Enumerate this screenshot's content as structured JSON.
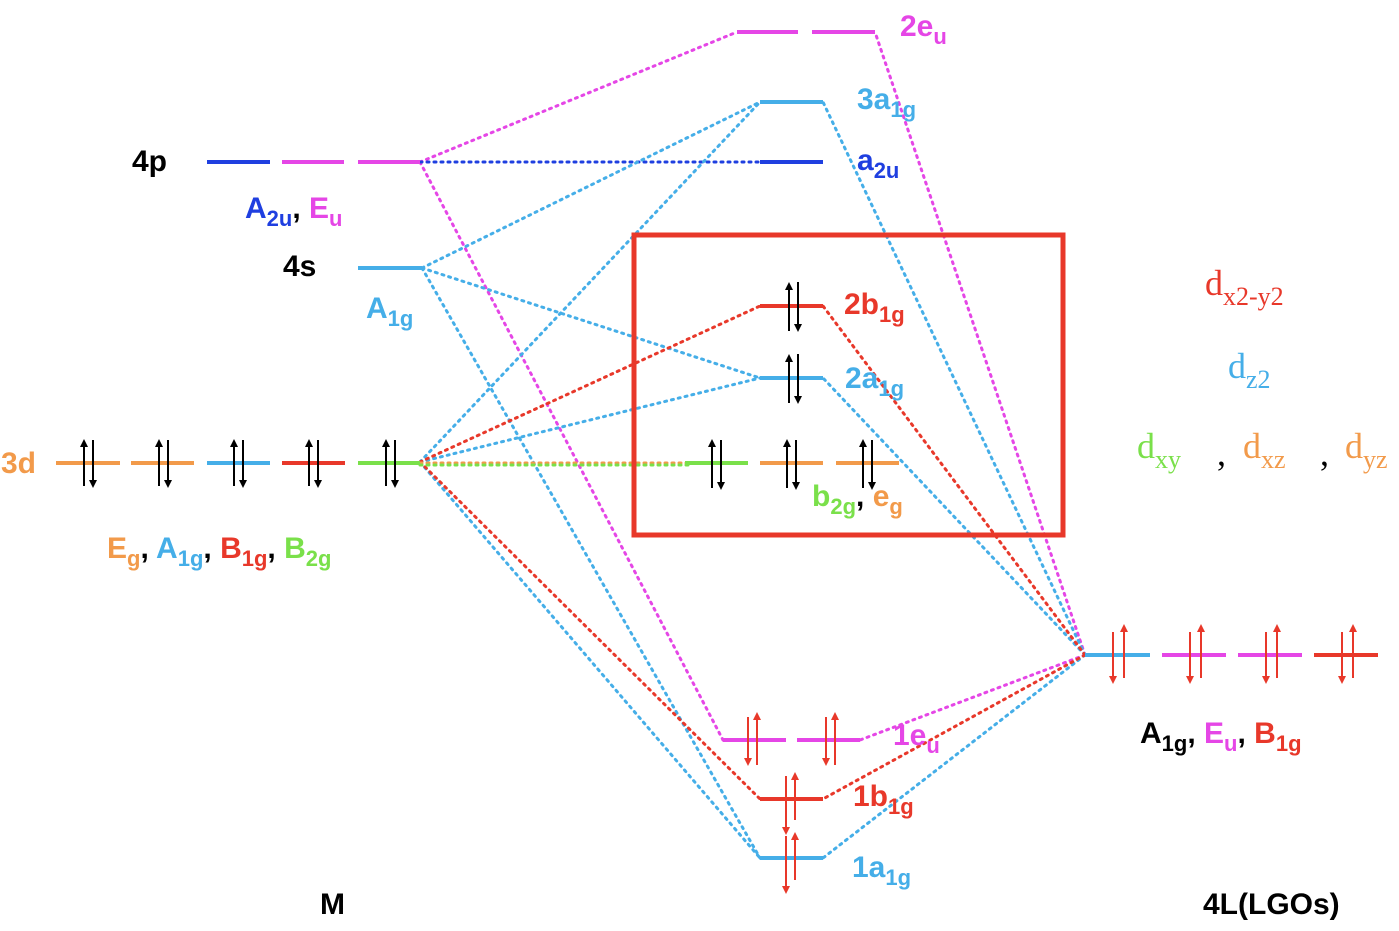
{
  "colors": {
    "blue": "#1f3fe0",
    "magenta": "#e546e6",
    "cyan": "#45aee8",
    "orange": "#f29a4a",
    "red": "#e8382a",
    "green": "#7ae04a",
    "black": "#000000",
    "box": "#e8382a"
  },
  "left": {
    "p_label": "4p",
    "s_label": "4s",
    "d_label": "3d",
    "p_sym": [
      {
        "main": "A",
        "sub": "2u",
        "color": "blue"
      },
      {
        "main": ", ",
        "sub": "",
        "color": "black"
      },
      {
        "main": "E",
        "sub": "u",
        "color": "magenta"
      }
    ],
    "s_sym": [
      {
        "main": "A",
        "sub": "1g",
        "color": "cyan"
      }
    ],
    "d_sym": [
      {
        "main": "E",
        "sub": "g",
        "color": "orange"
      },
      {
        "main": ", ",
        "sub": "",
        "color": "black"
      },
      {
        "main": "A",
        "sub": "1g",
        "color": "cyan"
      },
      {
        "main": ", ",
        "sub": "",
        "color": "black"
      },
      {
        "main": "B",
        "sub": "1g",
        "color": "red"
      },
      {
        "main": ", ",
        "sub": "",
        "color": "black"
      },
      {
        "main": "B",
        "sub": "2g",
        "color": "green"
      }
    ],
    "bottom_label": "M"
  },
  "center": {
    "levels": [
      {
        "main": "2e",
        "sub": "u",
        "color": "magenta"
      },
      {
        "main": "3a",
        "sub": "1g",
        "color": "cyan"
      },
      {
        "main": "a",
        "sub": "2u",
        "color": "blue"
      },
      {
        "main": "2b",
        "sub": "1g",
        "color": "red"
      },
      {
        "main": "2a",
        "sub": "1g",
        "color": "cyan"
      },
      {
        "main": "1e",
        "sub": "u",
        "color": "magenta"
      },
      {
        "main": "1b",
        "sub": "1g",
        "color": "red"
      },
      {
        "main": "1a",
        "sub": "1g",
        "color": "cyan"
      }
    ],
    "nb_sym": [
      {
        "main": "b",
        "sub": "2g",
        "color": "green"
      },
      {
        "main": ", ",
        "sub": "",
        "color": "black"
      },
      {
        "main": "e",
        "sub": "g",
        "color": "orange"
      }
    ]
  },
  "right": {
    "sym": [
      {
        "main": "A",
        "sub": "1g",
        "color": "black"
      },
      {
        "main": ", ",
        "sub": "",
        "color": "black"
      },
      {
        "main": "E",
        "sub": "u",
        "color": "magenta"
      },
      {
        "main": ", ",
        "sub": "",
        "color": "black"
      },
      {
        "main": "B",
        "sub": "1g",
        "color": "red"
      }
    ],
    "bottom_label": "4L(LGOs)"
  },
  "orbital_legend": {
    "dx2y2": {
      "main": "d",
      "sub": "x2-y2",
      "color": "red"
    },
    "dz2": {
      "main": "d",
      "sub": "z2",
      "color": "cyan"
    },
    "dxy": {
      "main": "d",
      "sub": "xy",
      "color": "green"
    },
    "dxz": {
      "main": "d",
      "sub": "xz",
      "color": "orange"
    },
    "dyz": {
      "main": "d",
      "sub": "yz",
      "color": "orange"
    },
    "comma": ","
  }
}
